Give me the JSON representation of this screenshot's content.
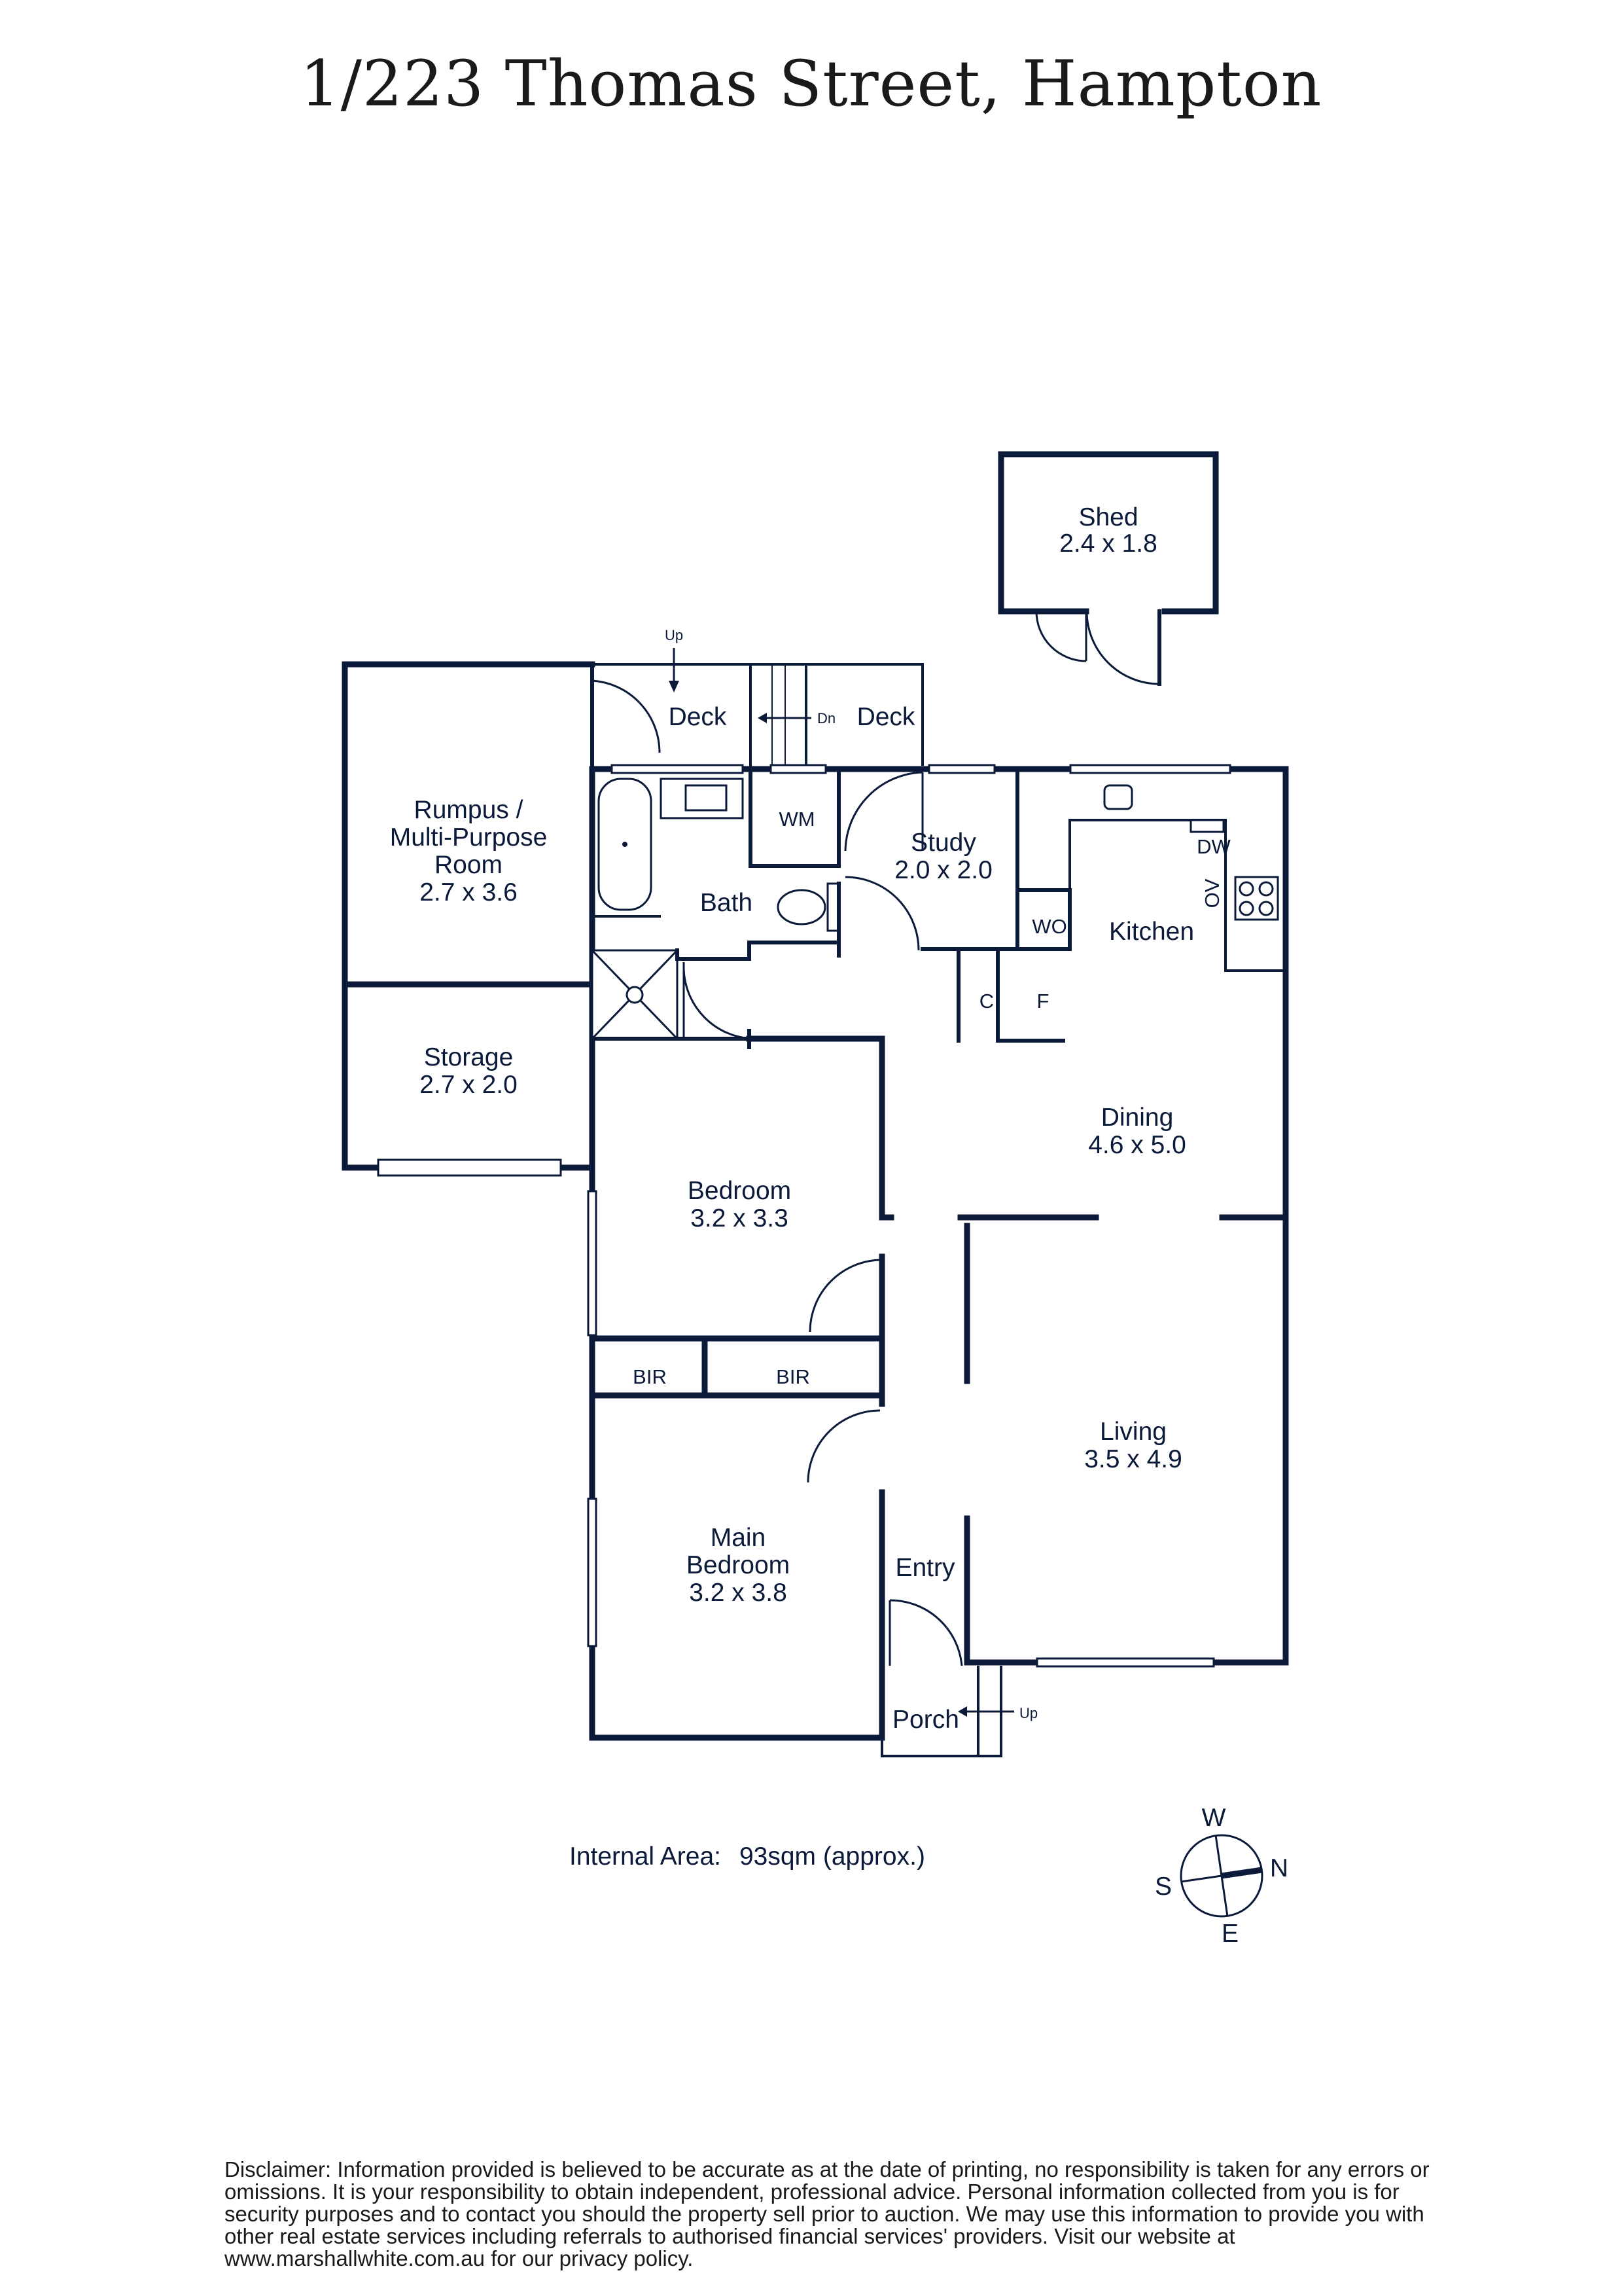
{
  "header": {
    "title": "1/223 Thomas Street, Hampton"
  },
  "rooms": {
    "shed": {
      "name": "Shed",
      "dims": "2.4 x 1.8"
    },
    "rumpus": {
      "line1": "Rumpus /",
      "line2": "Multi-Purpose",
      "line3": "Room",
      "dims": "2.7 x 3.6"
    },
    "storage": {
      "name": "Storage",
      "dims": "2.7 x 2.0"
    },
    "deck_left": {
      "name": "Deck"
    },
    "deck_right": {
      "name": "Deck"
    },
    "bath": {
      "name": "Bath"
    },
    "wm": {
      "name": "WM"
    },
    "study": {
      "name": "Study",
      "dims": "2.0 x 2.0"
    },
    "wo": {
      "name": "WO"
    },
    "kitchen": {
      "name": "Kitchen"
    },
    "dw": {
      "name": "DW"
    },
    "ov": {
      "name": "OV"
    },
    "c": {
      "name": "C"
    },
    "f": {
      "name": "F"
    },
    "dining": {
      "name": "Dining",
      "dims": "4.6 x 5.0"
    },
    "bedroom": {
      "name": "Bedroom",
      "dims": "3.2 x 3.3"
    },
    "bir_left": {
      "name": "BIR"
    },
    "bir_right": {
      "name": "BIR"
    },
    "living": {
      "name": "Living",
      "dims": "3.5 x 4.9"
    },
    "main_bedroom": {
      "line1": "Main",
      "line2": "Bedroom",
      "dims": "3.2 x 3.8"
    },
    "entry": {
      "name": "Entry"
    },
    "porch": {
      "name": "Porch"
    }
  },
  "stairs": {
    "up_top": "Up",
    "dn": "Dn",
    "up_porch": "Up"
  },
  "compass": {
    "n": "N",
    "s": "S",
    "e": "E",
    "w": "W"
  },
  "area": {
    "label": "Internal Area:",
    "value": "93sqm (approx.)"
  },
  "disclaimer": "Disclaimer: Information provided is believed to be accurate as at the date of printing, no responsibility is taken for any errors or omissions. It is your responsibility to obtain independent, professional advice. Personal information collected from you is for security purposes and to contact you should the property sell prior to auction. We may use this information to provide you with other real estate services including referrals to authorised financial services' providers. Visit our website at www.marshallwhite.com.au for our privacy policy."
}
